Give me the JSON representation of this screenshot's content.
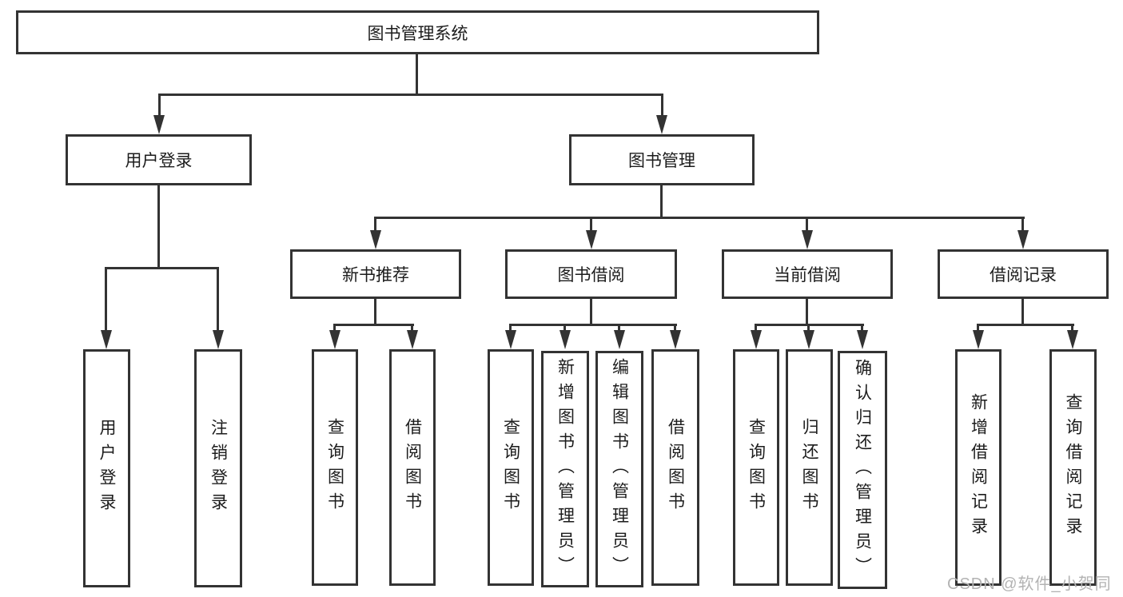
{
  "title": "图书管理系统",
  "tree": {
    "label": "图书管理系统",
    "children": [
      {
        "label": "用户登录",
        "children": [
          {
            "label": "用户登录"
          },
          {
            "label": "注销登录"
          }
        ]
      },
      {
        "label": "图书管理",
        "children": [
          {
            "label": "新书推荐",
            "children": [
              {
                "label": "查询图书"
              },
              {
                "label": "借阅图书"
              }
            ]
          },
          {
            "label": "图书借阅",
            "children": [
              {
                "label": "查询图书"
              },
              {
                "label": "新增图书（管理员）"
              },
              {
                "label": "编辑图书（管理员）"
              },
              {
                "label": "借阅图书"
              }
            ]
          },
          {
            "label": "当前借阅",
            "children": [
              {
                "label": "查询图书"
              },
              {
                "label": "归还图书"
              },
              {
                "label": "确认归还（管理员）"
              }
            ]
          },
          {
            "label": "借阅记录",
            "children": [
              {
                "label": "新增借阅记录"
              },
              {
                "label": "查询借阅记录"
              }
            ]
          }
        ]
      }
    ]
  },
  "watermark": "CSDN @软件_小贺同学",
  "colors": {
    "line": "#333333",
    "text": "#1c1c1c",
    "watermark": "#b3b3b3",
    "background": "#ffffff"
  }
}
